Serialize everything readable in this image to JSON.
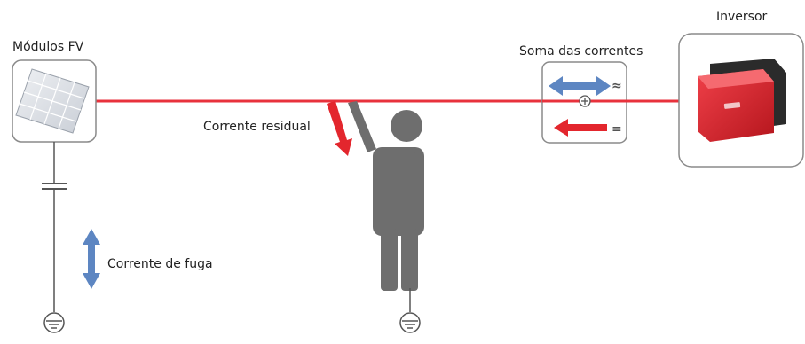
{
  "labels": {
    "pv_modules": "Módulos FV",
    "inverter": "Inversor",
    "current_sum": "Soma das correntes",
    "residual_current": "Corrente residual",
    "leakage_current": "Corrente de fuga"
  },
  "symbols": {
    "ac": "≈",
    "dc": "="
  },
  "colors": {
    "dc_line": "#e8323c",
    "ground_line": "#555555",
    "red_arrow": "#e3262d",
    "blue_arrow": "#5d86c2",
    "person": "#6e6e6e",
    "box_border": "#8a8a8a",
    "inverter_body": "#d82027"
  },
  "icons": [
    "solar-panel-icon",
    "person-icon",
    "inverter-icon",
    "ground-icon",
    "capacitor-icon",
    "ammeter-icon"
  ]
}
